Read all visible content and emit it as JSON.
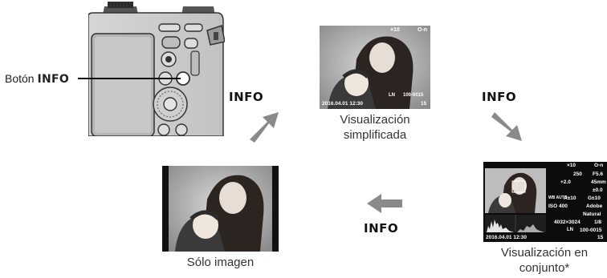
{
  "camera": {
    "button_label_prefix": "Botón",
    "button_label_key": "INFO"
  },
  "arrows": {
    "to_simplified": "INFO",
    "to_overall": "INFO",
    "to_image_only": "INFO"
  },
  "screens": {
    "simplified": {
      "caption": [
        "Visualización",
        "simplificada"
      ],
      "overlay": {
        "print_count": "×10",
        "protect": "O-n",
        "datetime": "2016.04.01 12:30",
        "quality": "LN",
        "folder_file": "100-0015",
        "frame": "15"
      }
    },
    "overall": {
      "caption": [
        "Visualización en",
        "conjunto*"
      ],
      "overlay": {
        "print_count": "×10",
        "protect": "O-n",
        "shutter": "250",
        "aperture": "F5.6",
        "exposure_comp": "+2.0",
        "focal_length": "45mm",
        "flash_comp": "±0.0",
        "wb_label": "WB AUTO",
        "wb_a": "A±10",
        "wb_g": "G±10",
        "iso": "ISO 400",
        "color_space": "Adobe",
        "picture_mode": "Natural",
        "resolution": "4032×3024",
        "compression": "1/8",
        "quality": "LN",
        "folder_file": "100-0015",
        "datetime": "2016.04.01 12:30",
        "frame": "15"
      }
    },
    "image_only": {
      "caption": "Sólo imagen"
    }
  },
  "colors": {
    "arrow": "#8a8a8a",
    "screen_bg": "#111111",
    "text": "#333333"
  }
}
